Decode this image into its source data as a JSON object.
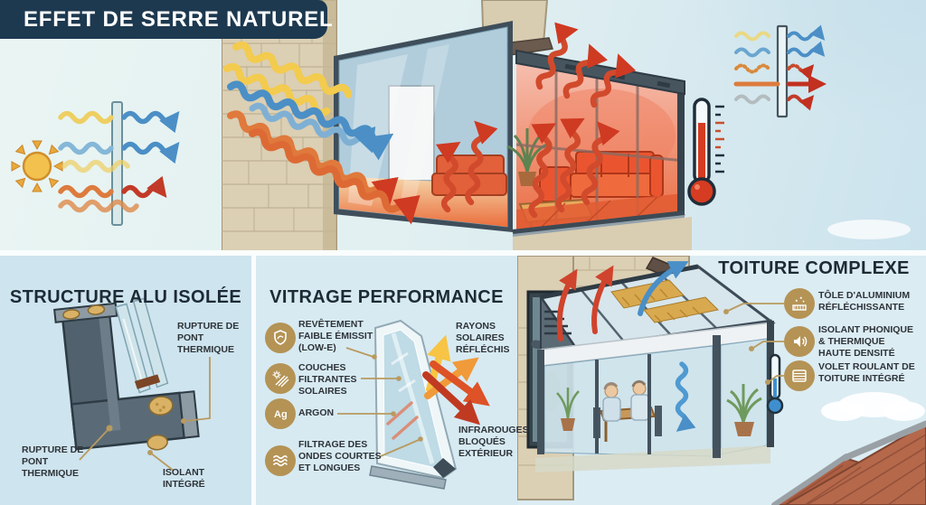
{
  "header": {
    "title": "EFFET DE SERRE NATUREL"
  },
  "panels": {
    "structure": {
      "title": "STRUCTURE ALU ISOLÉE",
      "labels": {
        "rupture_top": "RUPTURE DE PONT THERMIQUE",
        "rupture_bottom": "RUPTURE DE PONT THERMIQUE",
        "isolant": "ISOLANT INTÉGRÉ"
      }
    },
    "vitrage": {
      "title": "VITRAGE PERFORMANCE",
      "items": [
        {
          "icon": "shield-low-e-icon",
          "label": "REVÊTEMENT FAIBLE ÉMISSIT (LOW-E)"
        },
        {
          "icon": "solar-filter-icon",
          "label": "COUCHES FILTRANTES SOLAIRES"
        },
        {
          "icon": "argon-icon",
          "label": "ARGON"
        },
        {
          "icon": "wave-filter-icon",
          "label": "FILTRAGE DES ONDES COURTES ET LONGUES"
        }
      ],
      "right_labels": {
        "reflected": "RAYONS SOLAIRES RÉFLÉCHIS",
        "blocked": "INFRAROUGES BLOQUÉS EXTÉRIEUR"
      }
    },
    "toiture": {
      "title": "TOITURE COMPLEXE",
      "items": [
        {
          "icon": "aluminium-sheet-icon",
          "label": "TÔLE D'ALUMINIUM RÉFLÉCHISSANTE"
        },
        {
          "icon": "acoustic-insulation-icon",
          "label": "ISOLANT PHONIQUE & THERMIQUE HAUTE DENSITÉ"
        },
        {
          "icon": "roller-shutter-icon",
          "label": "VOLET ROULANT DE TOITURE INTÉGRÉ"
        }
      ]
    }
  },
  "colors": {
    "banner": "#1d3950",
    "accent_gold": "#b49355",
    "heat_red": "#c9382a",
    "cool_blue": "#4b8fc6",
    "sun_yellow": "#f2c14e",
    "panel_blue": "#d7eaf2"
  }
}
